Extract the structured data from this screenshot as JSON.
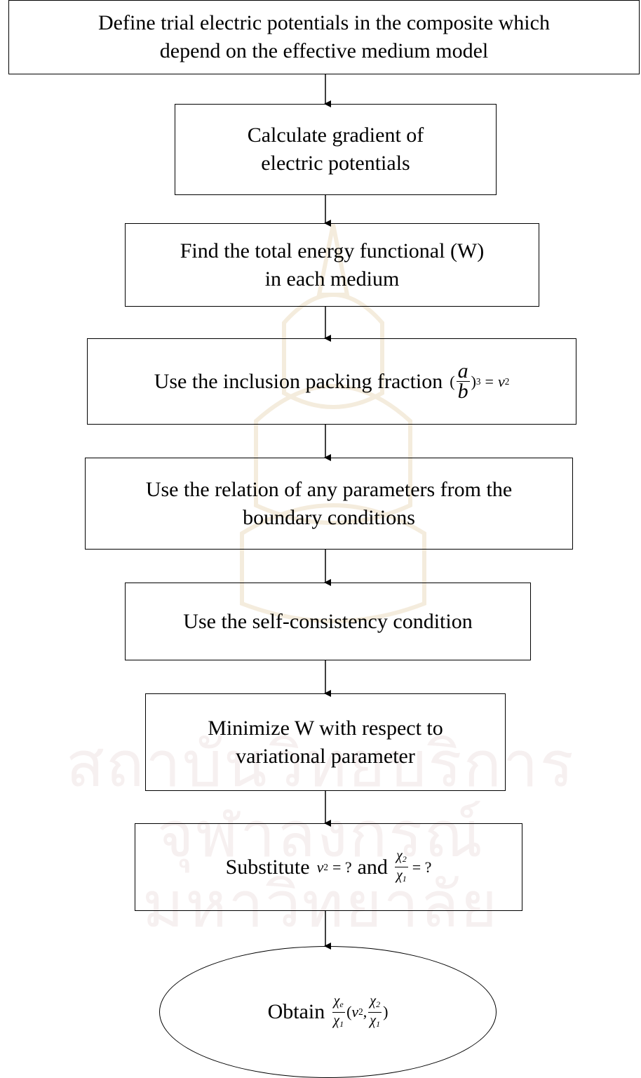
{
  "watermark": {
    "line1": "สถาบันวิทยบริการ",
    "line2": "จุฬาลงกรณ์มหาวิทยาลัย"
  },
  "steps": {
    "step1": {
      "line1": "Define trial electric potentials in the composite which",
      "line2": "depend on the effective medium model"
    },
    "step2": {
      "line1": "Calculate gradient of",
      "line2": "electric potentials"
    },
    "step3": {
      "line1": "Find the total energy functional (W)",
      "line2": "in each medium"
    },
    "step4": {
      "text": "Use the inclusion packing fraction",
      "frac_num": "a",
      "frac_den": "b",
      "exponent": "3",
      "equals": "=",
      "var": "v",
      "var_sub": "2"
    },
    "step5": {
      "line1": "Use the relation of any parameters from the",
      "line2": "boundary conditions"
    },
    "step6": {
      "text": "Use the self-consistency condition"
    },
    "step7": {
      "line1": "Minimize W with respect to",
      "line2": "variational parameter"
    },
    "step8": {
      "prefix": "Substitute",
      "v2": "v",
      "v2_sub": "2",
      "eq1": "= ?",
      "and": "and",
      "chi2": "χ",
      "chi2_sub": "2",
      "chi1": "χ",
      "chi1_sub": "1",
      "eq2": "= ?"
    },
    "result": {
      "prefix": "Obtain",
      "chie": "χ",
      "chie_sub": "e",
      "chi1": "χ",
      "chi1_sub": "1",
      "args_open": "(",
      "v": "v",
      "v_sub": "2",
      "comma": ",",
      "chi2": "χ",
      "chi2_sub": "2",
      "chi1b": "χ",
      "chi1b_sub": "1",
      "args_close": ")"
    }
  },
  "colors": {
    "line": "#000000",
    "watermark": "#f0e4e4"
  }
}
